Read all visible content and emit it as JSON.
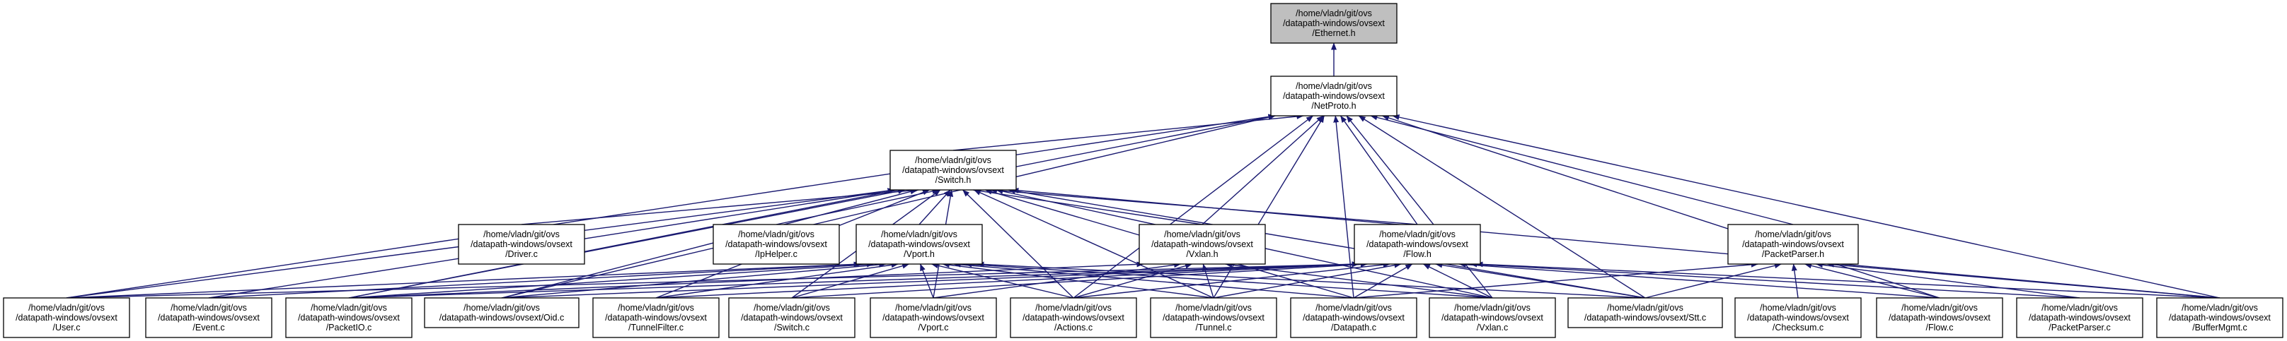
{
  "diagram": {
    "type": "include-dependency-graph",
    "edge_color": "#191970",
    "root_fill": "#bfbfbf",
    "nodes": [
      {
        "id": "ethernet_h",
        "lines": [
          "/home/vladn/git/ovs",
          "/datapath-windows/ovsext",
          "/Ethernet.h"
        ]
      },
      {
        "id": "netproto_h",
        "lines": [
          "/home/vladn/git/ovs",
          "/datapath-windows/ovsext",
          "/NetProto.h"
        ]
      },
      {
        "id": "switch_h",
        "lines": [
          "/home/vladn/git/ovs",
          "/datapath-windows/ovsext",
          "/Switch.h"
        ]
      },
      {
        "id": "driver_c",
        "lines": [
          "/home/vladn/git/ovs",
          "/datapath-windows/ovsext",
          "/Driver.c"
        ]
      },
      {
        "id": "iphelper_c",
        "lines": [
          "/home/vladn/git/ovs",
          "/datapath-windows/ovsext",
          "/IpHelper.c"
        ]
      },
      {
        "id": "vport_h",
        "lines": [
          "/home/vladn/git/ovs",
          "/datapath-windows/ovsext",
          "/Vport.h"
        ]
      },
      {
        "id": "vxlan_h",
        "lines": [
          "/home/vladn/git/ovs",
          "/datapath-windows/ovsext",
          "/Vxlan.h"
        ]
      },
      {
        "id": "flow_h",
        "lines": [
          "/home/vladn/git/ovs",
          "/datapath-windows/ovsext",
          "/Flow.h"
        ]
      },
      {
        "id": "packetparser_h",
        "lines": [
          "/home/vladn/git/ovs",
          "/datapath-windows/ovsext",
          "/PacketParser.h"
        ]
      },
      {
        "id": "user_c",
        "lines": [
          "/home/vladn/git/ovs",
          "/datapath-windows/ovsext",
          "/User.c"
        ]
      },
      {
        "id": "event_c",
        "lines": [
          "/home/vladn/git/ovs",
          "/datapath-windows/ovsext",
          "/Event.c"
        ]
      },
      {
        "id": "packetio_c",
        "lines": [
          "/home/vladn/git/ovs",
          "/datapath-windows/ovsext",
          "/PacketIO.c"
        ]
      },
      {
        "id": "oid_c",
        "lines": [
          "/home/vladn/git/ovs",
          "/datapath-windows/ovsext/Oid.c"
        ]
      },
      {
        "id": "tunnelfilter_c",
        "lines": [
          "/home/vladn/git/ovs",
          "/datapath-windows/ovsext",
          "/TunnelFilter.c"
        ]
      },
      {
        "id": "switch_c",
        "lines": [
          "/home/vladn/git/ovs",
          "/datapath-windows/ovsext",
          "/Switch.c"
        ]
      },
      {
        "id": "vport_c",
        "lines": [
          "/home/vladn/git/ovs",
          "/datapath-windows/ovsext",
          "/Vport.c"
        ]
      },
      {
        "id": "actions_c",
        "lines": [
          "/home/vladn/git/ovs",
          "/datapath-windows/ovsext",
          "/Actions.c"
        ]
      },
      {
        "id": "tunnel_c",
        "lines": [
          "/home/vladn/git/ovs",
          "/datapath-windows/ovsext",
          "/Tunnel.c"
        ]
      },
      {
        "id": "datapath_c",
        "lines": [
          "/home/vladn/git/ovs",
          "/datapath-windows/ovsext",
          "/Datapath.c"
        ]
      },
      {
        "id": "vxlan_c",
        "lines": [
          "/home/vladn/git/ovs",
          "/datapath-windows/ovsext",
          "/Vxlan.c"
        ]
      },
      {
        "id": "stt_c",
        "lines": [
          "/home/vladn/git/ovs",
          "/datapath-windows/ovsext/Stt.c"
        ]
      },
      {
        "id": "checksum_c",
        "lines": [
          "/home/vladn/git/ovs",
          "/datapath-windows/ovsext",
          "/Checksum.c"
        ]
      },
      {
        "id": "flow_c",
        "lines": [
          "/home/vladn/git/ovs",
          "/datapath-windows/ovsext",
          "/Flow.c"
        ]
      },
      {
        "id": "packetparser_c",
        "lines": [
          "/home/vladn/git/ovs",
          "/datapath-windows/ovsext",
          "/PacketParser.c"
        ]
      },
      {
        "id": "buffermgmt_c",
        "lines": [
          "/home/vladn/git/ovs",
          "/datapath-windows/ovsext",
          "/BufferMgmt.c"
        ]
      }
    ],
    "edges": [
      [
        "netproto_h",
        "ethernet_h"
      ],
      [
        "switch_h",
        "netproto_h"
      ],
      [
        "vxlan_h",
        "netproto_h"
      ],
      [
        "flow_h",
        "netproto_h"
      ],
      [
        "packetparser_h",
        "netproto_h"
      ],
      [
        "user_c",
        "netproto_h"
      ],
      [
        "packetio_c",
        "netproto_h"
      ],
      [
        "oid_c",
        "netproto_h"
      ],
      [
        "actions_c",
        "netproto_h"
      ],
      [
        "tunnel_c",
        "netproto_h"
      ],
      [
        "datapath_c",
        "netproto_h"
      ],
      [
        "vxlan_c",
        "netproto_h"
      ],
      [
        "stt_c",
        "netproto_h"
      ],
      [
        "flow_c",
        "netproto_h"
      ],
      [
        "buffermgmt_c",
        "netproto_h"
      ],
      [
        "driver_c",
        "switch_h"
      ],
      [
        "iphelper_c",
        "switch_h"
      ],
      [
        "vport_h",
        "switch_h"
      ],
      [
        "vxlan_h",
        "switch_h"
      ],
      [
        "flow_h",
        "switch_h"
      ],
      [
        "user_c",
        "switch_h"
      ],
      [
        "event_c",
        "switch_h"
      ],
      [
        "packetio_c",
        "switch_h"
      ],
      [
        "oid_c",
        "switch_h"
      ],
      [
        "tunnelfilter_c",
        "switch_h"
      ],
      [
        "switch_c",
        "switch_h"
      ],
      [
        "vport_c",
        "switch_h"
      ],
      [
        "actions_c",
        "switch_h"
      ],
      [
        "tunnel_c",
        "switch_h"
      ],
      [
        "datapath_c",
        "switch_h"
      ],
      [
        "vxlan_c",
        "switch_h"
      ],
      [
        "stt_c",
        "switch_h"
      ],
      [
        "buffermgmt_c",
        "switch_h"
      ],
      [
        "user_c",
        "vport_h"
      ],
      [
        "event_c",
        "vport_h"
      ],
      [
        "packetio_c",
        "vport_h"
      ],
      [
        "oid_c",
        "vport_h"
      ],
      [
        "tunnelfilter_c",
        "vport_h"
      ],
      [
        "switch_c",
        "vport_h"
      ],
      [
        "vport_c",
        "vport_h"
      ],
      [
        "actions_c",
        "vport_h"
      ],
      [
        "tunnel_c",
        "vport_h"
      ],
      [
        "datapath_c",
        "vport_h"
      ],
      [
        "vxlan_c",
        "vport_h"
      ],
      [
        "stt_c",
        "vport_h"
      ],
      [
        "packetio_c",
        "vxlan_h"
      ],
      [
        "vport_c",
        "vxlan_h"
      ],
      [
        "actions_c",
        "vxlan_h"
      ],
      [
        "tunnel_c",
        "vxlan_h"
      ],
      [
        "vxlan_c",
        "vxlan_h"
      ],
      [
        "user_c",
        "flow_h"
      ],
      [
        "packetio_c",
        "flow_h"
      ],
      [
        "oid_c",
        "flow_h"
      ],
      [
        "tunnelfilter_c",
        "flow_h"
      ],
      [
        "switch_c",
        "flow_h"
      ],
      [
        "actions_c",
        "flow_h"
      ],
      [
        "tunnel_c",
        "flow_h"
      ],
      [
        "datapath_c",
        "flow_h"
      ],
      [
        "vxlan_c",
        "flow_h"
      ],
      [
        "stt_c",
        "flow_h"
      ],
      [
        "flow_c",
        "flow_h"
      ],
      [
        "packetparser_c",
        "flow_h"
      ],
      [
        "buffermgmt_c",
        "flow_h"
      ],
      [
        "datapath_c",
        "packetparser_h"
      ],
      [
        "stt_c",
        "packetparser_h"
      ],
      [
        "checksum_c",
        "packetparser_h"
      ],
      [
        "flow_c",
        "packetparser_h"
      ],
      [
        "packetparser_c",
        "packetparser_h"
      ],
      [
        "buffermgmt_c",
        "packetparser_h"
      ]
    ]
  }
}
